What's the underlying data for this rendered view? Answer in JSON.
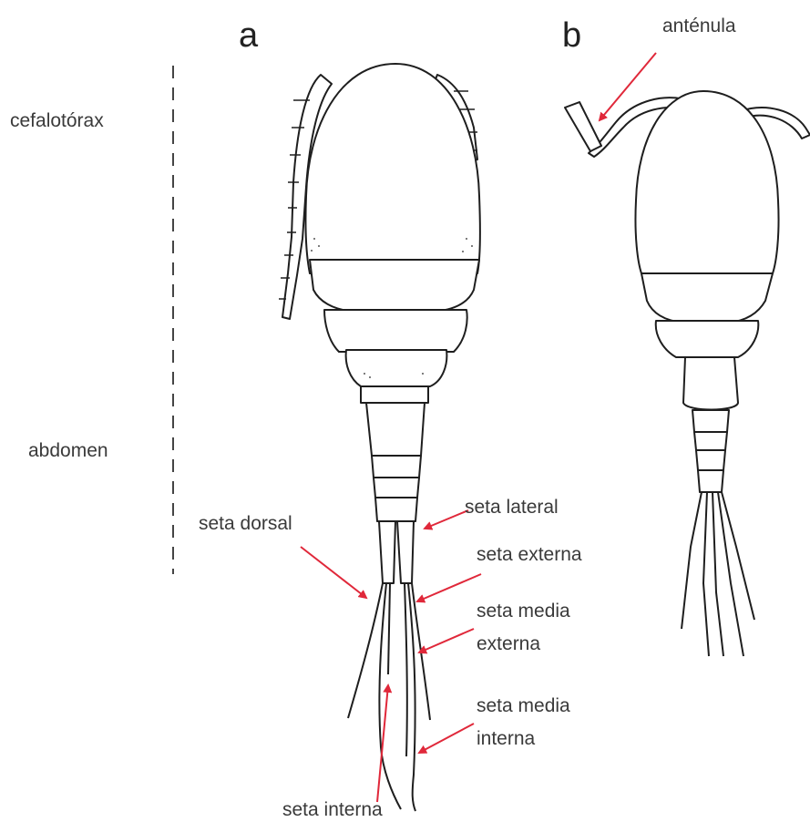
{
  "panels": {
    "a": "a",
    "b": "b"
  },
  "regions": {
    "cephalothorax": "cefalotórax",
    "abdomen": "abdomen"
  },
  "labels": {
    "antennule": "anténula",
    "dorsal_seta": "seta dorsal",
    "lateral_seta": "seta lateral",
    "external_seta": "seta externa",
    "middle_external_seta_1": "seta media",
    "middle_external_seta_2": "externa",
    "middle_internal_seta_1": "seta media",
    "middle_internal_seta_2": "interna",
    "internal_seta": "seta interna"
  },
  "colors": {
    "arrow": "#e0283a",
    "outline": "#1e1e1e",
    "text": "#3a3a3a",
    "divider": "#444444"
  }
}
